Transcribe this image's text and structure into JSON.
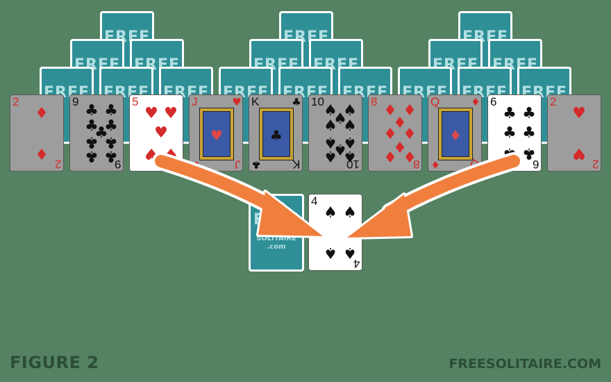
{
  "card_back": {
    "logo_text": "FREE",
    "logo_sub": "SOLITAIRE",
    "logo_domain": ".com"
  },
  "colors": {
    "table": "#548262",
    "card_back": "#2f8f96",
    "arrow": "#f07f3e",
    "label": "#2c4d36"
  },
  "peaks": [
    {
      "row": 1,
      "count": 3,
      "state": "face-down"
    },
    {
      "row": 2,
      "count": 6,
      "state": "face-down"
    },
    {
      "row": 3,
      "count": 9,
      "state": "face-down"
    }
  ],
  "bottom_row": [
    {
      "rank": "2",
      "suit": "diamonds",
      "suit_symbol": "♦",
      "color": "red",
      "playable": false
    },
    {
      "rank": "9",
      "suit": "clubs",
      "suit_symbol": "♣",
      "color": "black",
      "playable": false
    },
    {
      "rank": "5",
      "suit": "hearts",
      "suit_symbol": "♥",
      "color": "red",
      "playable": true
    },
    {
      "rank": "J",
      "suit": "hearts",
      "suit_symbol": "♥",
      "color": "red",
      "playable": false
    },
    {
      "rank": "K",
      "suit": "clubs",
      "suit_symbol": "♣",
      "color": "black",
      "playable": false
    },
    {
      "rank": "10",
      "suit": "spades",
      "suit_symbol": "♠",
      "color": "black",
      "playable": false
    },
    {
      "rank": "8",
      "suit": "diamonds",
      "suit_symbol": "♦",
      "color": "red",
      "playable": false
    },
    {
      "rank": "Q",
      "suit": "diamonds",
      "suit_symbol": "♦",
      "color": "red",
      "playable": false
    },
    {
      "rank": "6",
      "suit": "clubs",
      "suit_symbol": "♣",
      "color": "black",
      "playable": true
    },
    {
      "rank": "2",
      "suit": "hearts",
      "suit_symbol": "♥",
      "color": "red",
      "playable": false
    }
  ],
  "stock": {
    "state": "face-down"
  },
  "waste": {
    "rank": "4",
    "suit": "spades",
    "suit_symbol": "♠",
    "color": "black"
  },
  "arrows": [
    {
      "from": "5 of hearts",
      "to": "waste"
    },
    {
      "from": "6 of clubs",
      "to": "waste"
    }
  ],
  "figure_label": "FIGURE 2",
  "brand": "FREESOLITAIRE.COM"
}
